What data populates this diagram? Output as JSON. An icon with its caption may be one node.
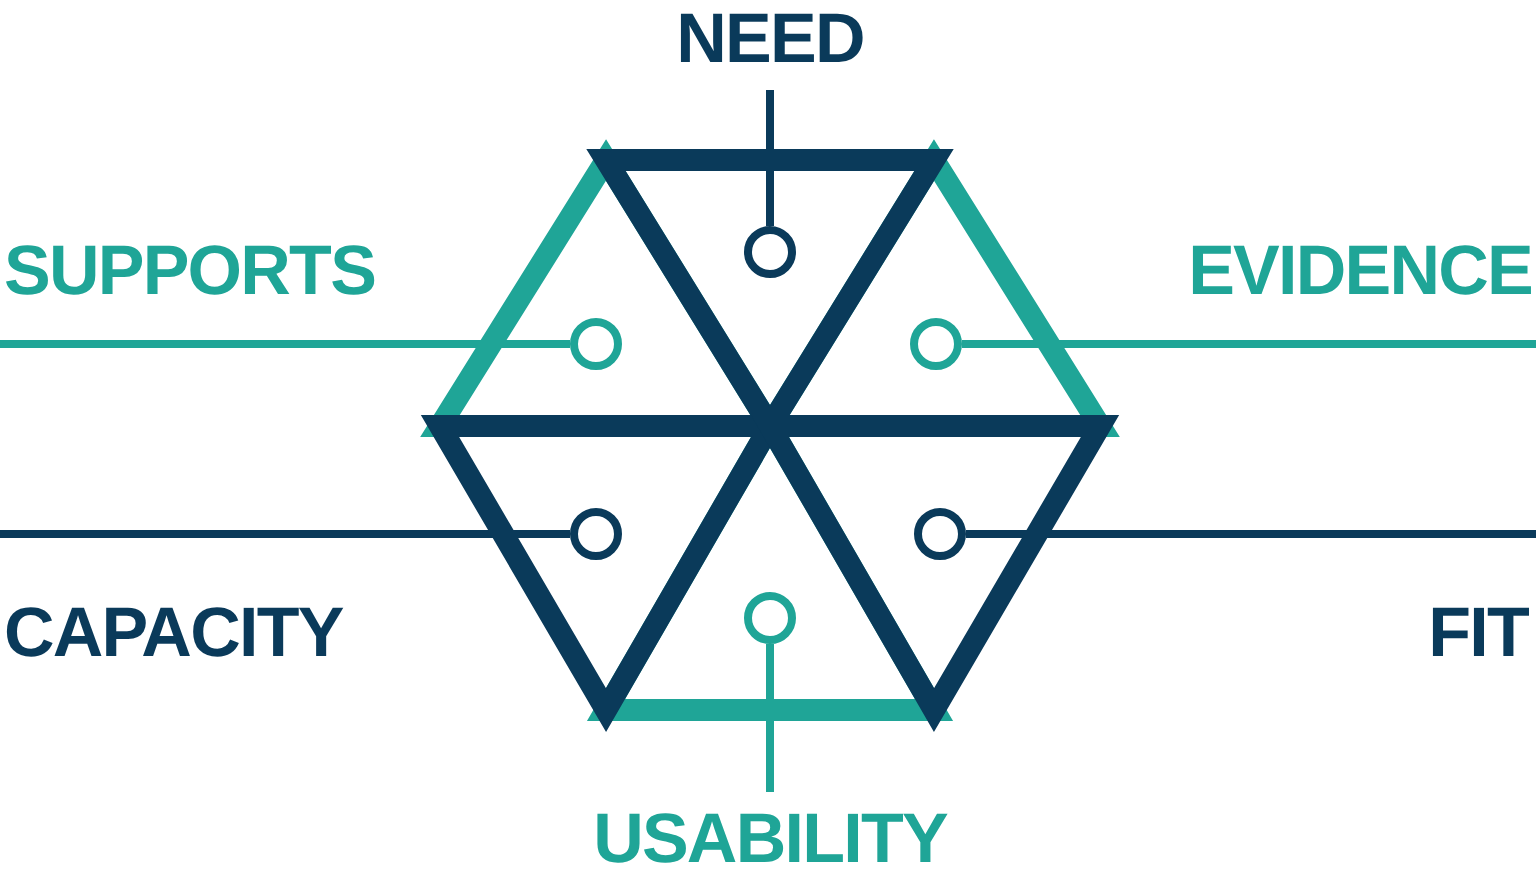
{
  "diagram": {
    "nodes": [
      {
        "text": [
          "NEED"
        ]
      },
      {
        "text": [
          "SUPPORTS"
        ]
      },
      {
        "text": [
          "EVIDENCE"
        ]
      },
      {
        "text": [
          "CAPACITY"
        ]
      },
      {
        "text": [
          "FIT"
        ]
      },
      {
        "text": [
          "USABILITY"
        ]
      },
      {
        "text": [],
        "shape": "circle"
      },
      {
        "text": [],
        "shape": "circle"
      },
      {
        "text": [],
        "shape": "circle"
      },
      {
        "text": [],
        "shape": "circle"
      },
      {
        "text": [],
        "shape": "circle"
      },
      {
        "text": [],
        "shape": "circle"
      }
    ],
    "edges": [
      {
        "from": 0,
        "to": 6,
        "arrow": "none",
        "color": "#0a3a5a"
      },
      {
        "from": 1,
        "to": 7,
        "arrow": "none",
        "color": "#1fa597"
      },
      {
        "from": 2,
        "to": 8,
        "arrow": "none",
        "color": "#1fa597"
      },
      {
        "from": 3,
        "to": 9,
        "arrow": "none",
        "color": "#0a3a5a"
      },
      {
        "from": 4,
        "to": 10,
        "arrow": "none",
        "color": "#0a3a5a"
      },
      {
        "from": 5,
        "to": 11,
        "arrow": "none",
        "color": "#1fa597"
      }
    ]
  }
}
